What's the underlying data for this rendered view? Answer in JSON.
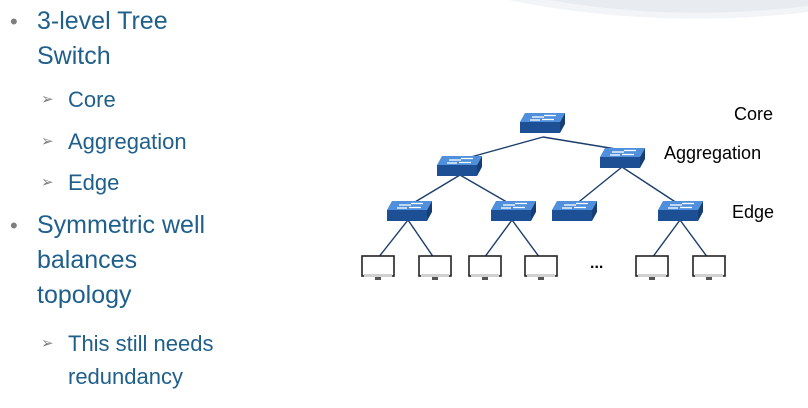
{
  "bullets": [
    {
      "text_lines": [
        "3-level Tree",
        "Switch"
      ],
      "sub": [
        "Core",
        "Aggregation",
        "Edge"
      ]
    },
    {
      "text_lines": [
        "Symmetric well",
        "balances",
        "topology"
      ],
      "sub_lines": [
        "This still needs",
        "redundancy"
      ]
    }
  ],
  "diagram": {
    "layers": {
      "core": "Core",
      "aggregation": "Aggregation",
      "edge": "Edge"
    },
    "ellipsis": "..."
  },
  "colors": {
    "bullet_text": "#1f5f8b",
    "bullet_marker": "#7f7f7f",
    "switch_top": "#3b7fd0",
    "switch_side": "#1c4f93",
    "line": "#1a3d6a"
  },
  "icons": [
    "network-switch-icon",
    "computer-monitor-icon"
  ]
}
